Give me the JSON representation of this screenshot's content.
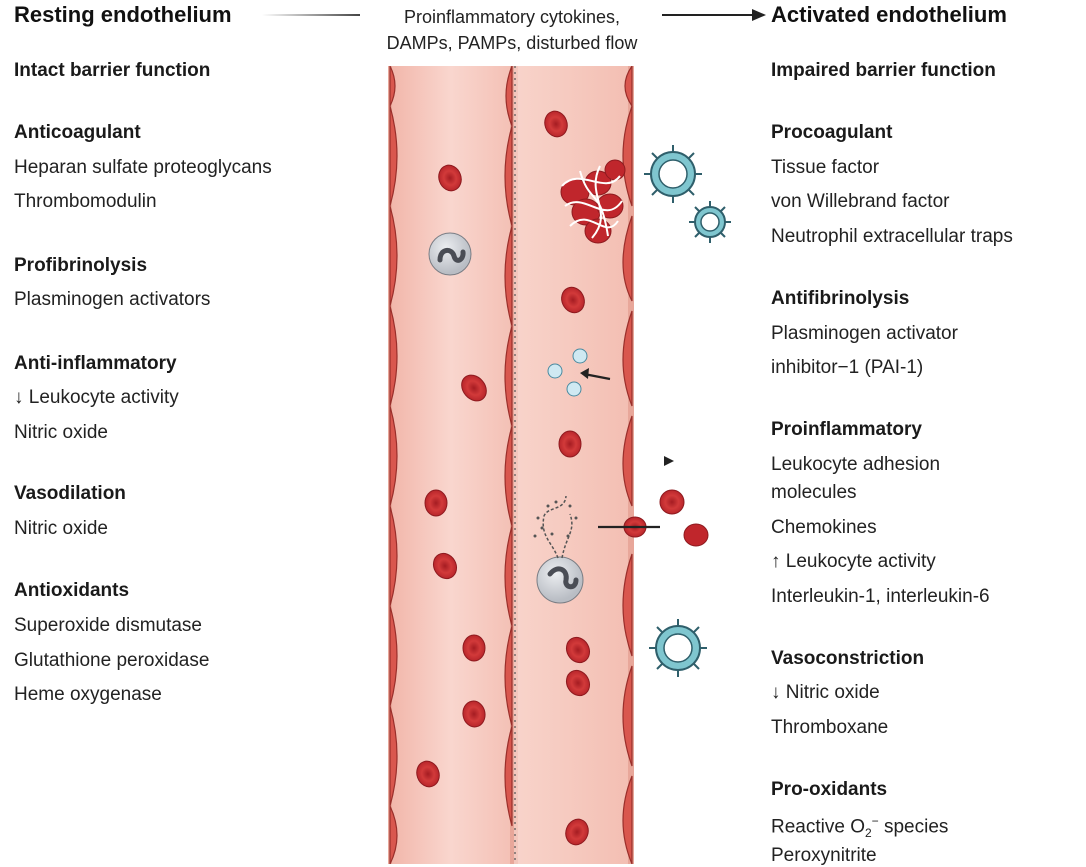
{
  "header": {
    "left_title": "Resting endothelium",
    "right_title": "Activated endothelium",
    "trigger_line1": "Proinflammatory cytokines,",
    "trigger_line2": "DAMPs, PAMPs, disturbed flow"
  },
  "left": {
    "barrier": "Intact barrier function",
    "anticoag_title": "Anticoagulant",
    "anticoag_1": "Heparan sulfate proteoglycans",
    "anticoag_2": "Thrombomodulin",
    "profib_title": "Profibrinolysis",
    "profib_1": "Plasminogen activators",
    "antiinf_title": "Anti-inflammatory",
    "antiinf_arrow": "↓",
    "antiinf_1": "Leukocyte activity",
    "antiinf_2": "Nitric oxide",
    "vasodil_title": "Vasodilation",
    "vasodil_1": "Nitric oxide",
    "antiox_title": "Antioxidants",
    "antiox_1": "Superoxide dismutase",
    "antiox_2": "Glutathione peroxidase",
    "antiox_3": "Heme oxygenase"
  },
  "right": {
    "barrier": "Impaired barrier function",
    "procoag_title": "Procoagulant",
    "procoag_1": "Tissue factor",
    "procoag_2": "von Willebrand factor",
    "procoag_3": "Neutrophil extracellular traps",
    "antifib_title": "Antifibrinolysis",
    "antifib_1": "Plasminogen activator",
    "antifib_2": "inhibitor−1 (PAI-1)",
    "proinf_title": "Proinflammatory",
    "proinf_1": "Leukocyte adhesion",
    "proinf_2": "molecules",
    "proinf_3": "Chemokines",
    "proinf_arrow": "↑",
    "proinf_4": "Leukocyte activity",
    "proinf_5": "Interleukin-1, interleukin-6",
    "vasocon_title": "Vasoconstriction",
    "vasocon_arrow": "↓",
    "vasocon_1": "Nitric oxide",
    "vasocon_2": "Thromboxane",
    "proox_title": "Pro-oxidants",
    "proox_1a": "Reactive O",
    "proox_1_sub": "2",
    "proox_1_sup": "−",
    "proox_1b": " species",
    "proox_2": "Peroxynitrite"
  },
  "colors": {
    "vessel_lumen": "#f6c9bf",
    "vessel_wall": "#e8a79a",
    "endothelial_cell": "#d9574e",
    "rbc": "#c0262c",
    "virus": "#7fc6cf",
    "leukocyte": "#c9ccd2"
  }
}
